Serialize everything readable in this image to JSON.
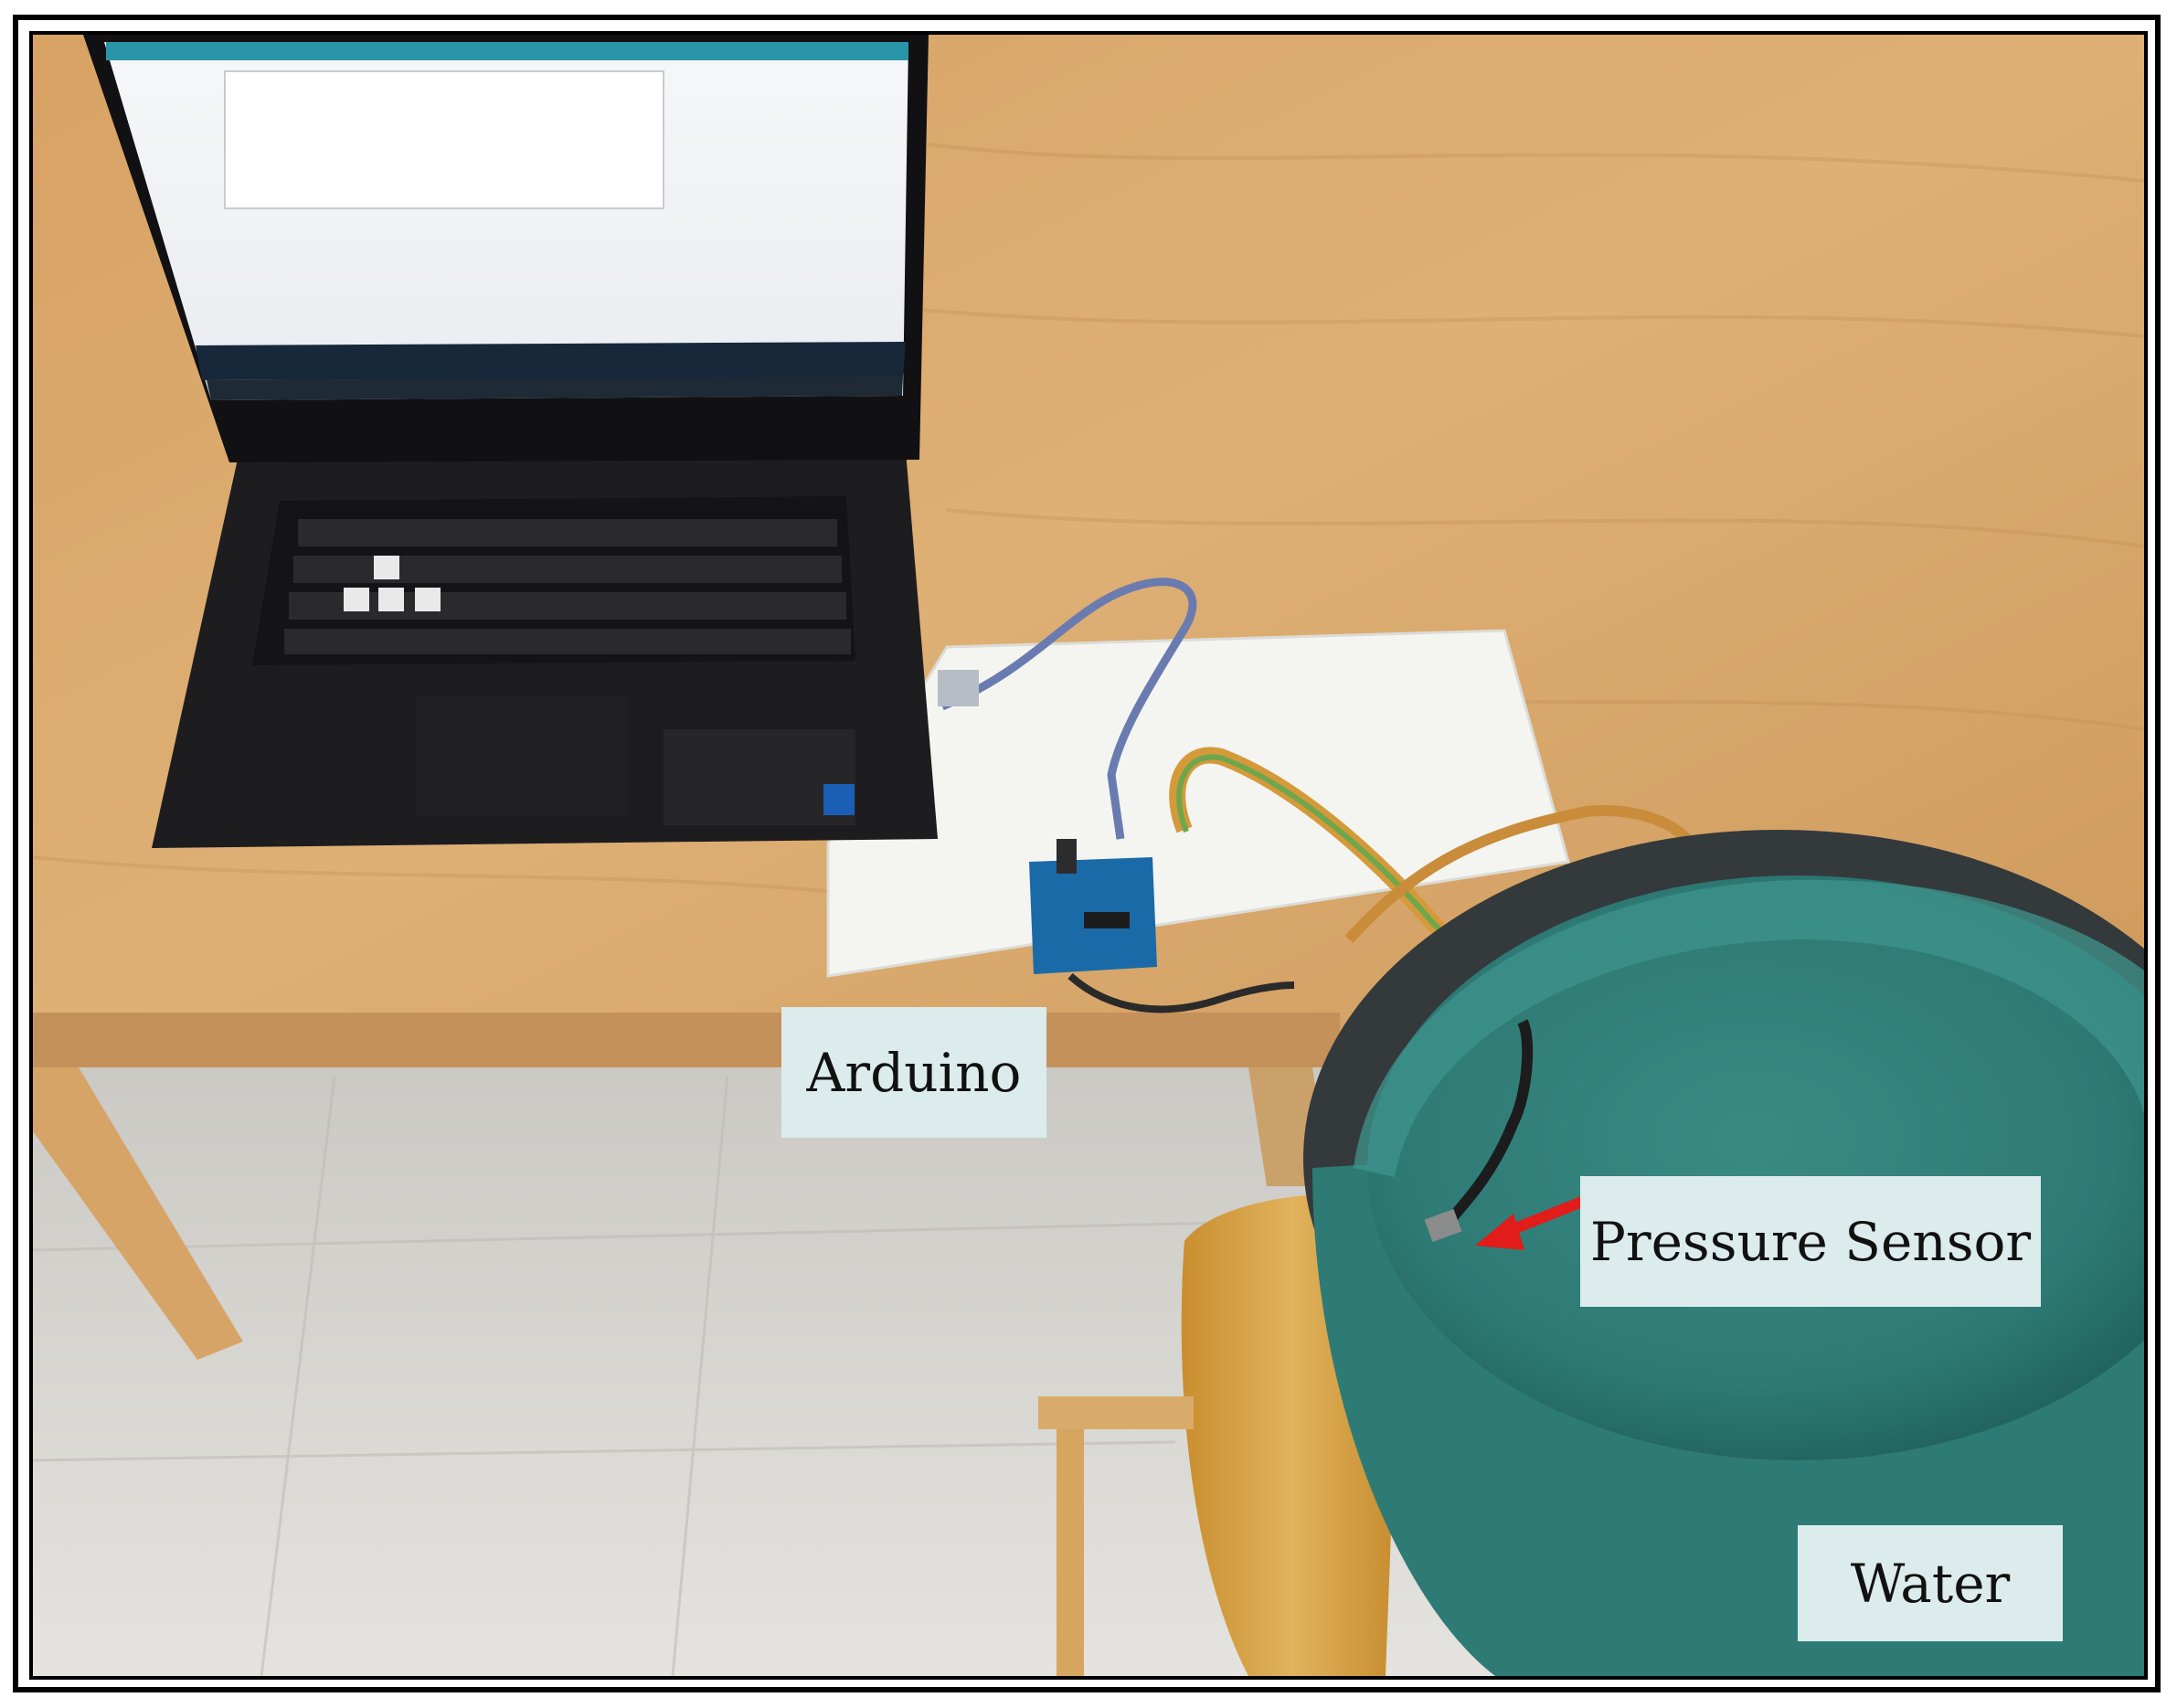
{
  "labels": {
    "arduino": "Arduino",
    "pressure_sensor": "Pressure Sensor",
    "water": "Water"
  },
  "colors": {
    "table_wood": "#d9a867",
    "floor": "#d9d8d3",
    "laptop": "#1d1d1f",
    "water": "#2f7f7a",
    "bucket_rim": "#3b3f41",
    "stool": "#d6a545",
    "foam_board": "#f4f4f1",
    "label_bg": "#dcecec",
    "arrow": "#e21b1b",
    "usb_cable": "#6a7bb0"
  },
  "icons": {
    "arrow": "red-arrow-icon"
  }
}
